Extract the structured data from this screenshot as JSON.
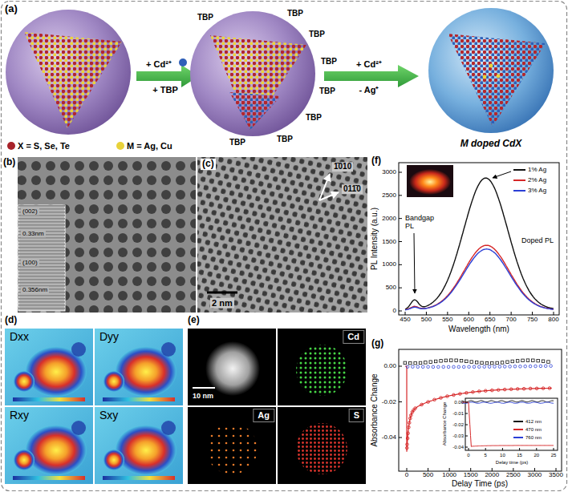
{
  "diagram": {
    "nodes": [
      {
        "text": [
          "Cd"
        ]
      },
      {
        "text": [
          "Ag"
        ]
      },
      {
        "text": [
          "S"
        ]
      }
    ],
    "labels": [
      "(a)",
      "TBP",
      "TBP",
      "TBP",
      "TBP",
      "TBP",
      "TBP",
      "TBP",
      "TBP",
      "+ Cd²⁺",
      "+ TBP",
      "+ Cd²⁺",
      "- Ag⁺",
      "M doped CdX",
      "(b)",
      "(002)",
      "0.33nm",
      "(100)",
      "0.356nm",
      "(c)",
      "1̄010",
      "011̄0",
      "2 nm",
      "(d)",
      "Dxx",
      "Dyy",
      "Rxy",
      "Sxy",
      "(e)",
      "10 nm",
      "(f)",
      "PL Intensity (a.u.)",
      "Wavelength (nm)",
      "0",
      "500",
      "1000",
      "1500",
      "2000",
      "2500",
      "3000",
      "450",
      "500",
      "550",
      "600",
      "650",
      "700",
      "750",
      "800",
      "Bandgap PL",
      "Doped PL",
      "(g)",
      "Absorbance Change",
      "Delay Time (ps)",
      "0.00",
      "-0.02",
      "-0.04",
      "0",
      "500",
      "1000",
      "1500",
      "2000",
      "2500",
      "3000",
      "3500",
      "Absorbance Change",
      "Delay time (ps)",
      "0.00",
      "-0.01",
      "-0.02",
      "-0.03",
      "-0.04",
      "0",
      "5",
      "10",
      "15",
      "20",
      "25"
    ],
    "legend": [
      {
        "text": "X = S, Se, Te",
        "color": "#a8232a"
      },
      {
        "text": "M = Ag, Cu",
        "color": "#e8d23a"
      },
      {
        "text": "1% Ag"
      },
      {
        "text": "2% Ag"
      },
      {
        "text": "3% Ag"
      },
      {
        "text": "412 nm"
      },
      {
        "text": "470 nm"
      },
      {
        "text": "760 nm"
      }
    ]
  }
}
